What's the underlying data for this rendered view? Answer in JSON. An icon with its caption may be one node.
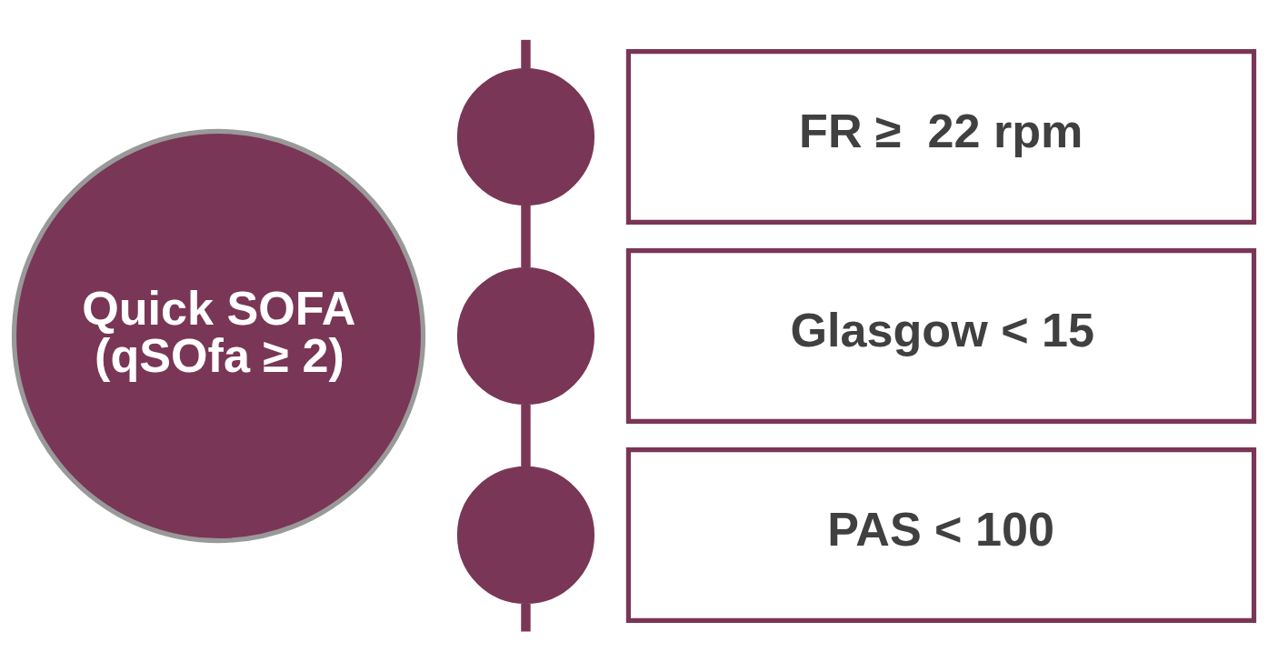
{
  "diagram": {
    "nodes": [
      {
        "text": [
          "Quick SOFA (qSOfa ≥ 2)"
        ]
      },
      {
        "text": [],
        "shape": "circle"
      },
      {
        "text": [
          "FR ≥  22 rpm"
        ]
      },
      {
        "text": [],
        "shape": "circle"
      },
      {
        "text": [
          "Glasgow < 15"
        ]
      },
      {
        "text": [],
        "shape": "circle"
      },
      {
        "text": [
          "PAS < 100"
        ]
      }
    ],
    "edges": [
      {
        "from": null,
        "to": 1,
        "arrow": "none"
      },
      {
        "from": 1,
        "to": 3,
        "arrow": "none"
      },
      {
        "from": 3,
        "to": 5,
        "arrow": "none"
      },
      {
        "from": 5,
        "to": null,
        "arrow": "none"
      }
    ]
  }
}
